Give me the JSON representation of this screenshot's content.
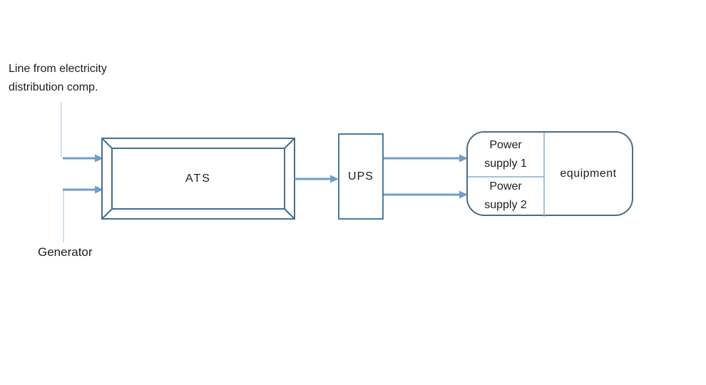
{
  "diagram": {
    "inputs": {
      "electricity": {
        "label_line1": "Line from electricity",
        "label_line2": "distribution comp."
      },
      "generator": {
        "label": "Generator"
      }
    },
    "nodes": {
      "ats": {
        "label": "ATS"
      },
      "ups": {
        "label": "UPS"
      },
      "equipment": {
        "label": "equipment",
        "power_supply_1": {
          "line1": "Power",
          "line2": "supply 1"
        },
        "power_supply_2": {
          "line1": "Power",
          "line2": "supply 2"
        }
      }
    },
    "colors": {
      "background": "#ffffff",
      "text": "#1d1d1b",
      "arrow": "#6f9ecb",
      "leader_line": "#a9c2da",
      "ats_border": "#476f8d",
      "ups_border": "#4a7aa6",
      "equipment_border": "#4e6c7e",
      "divider": "#84aecd"
    }
  }
}
